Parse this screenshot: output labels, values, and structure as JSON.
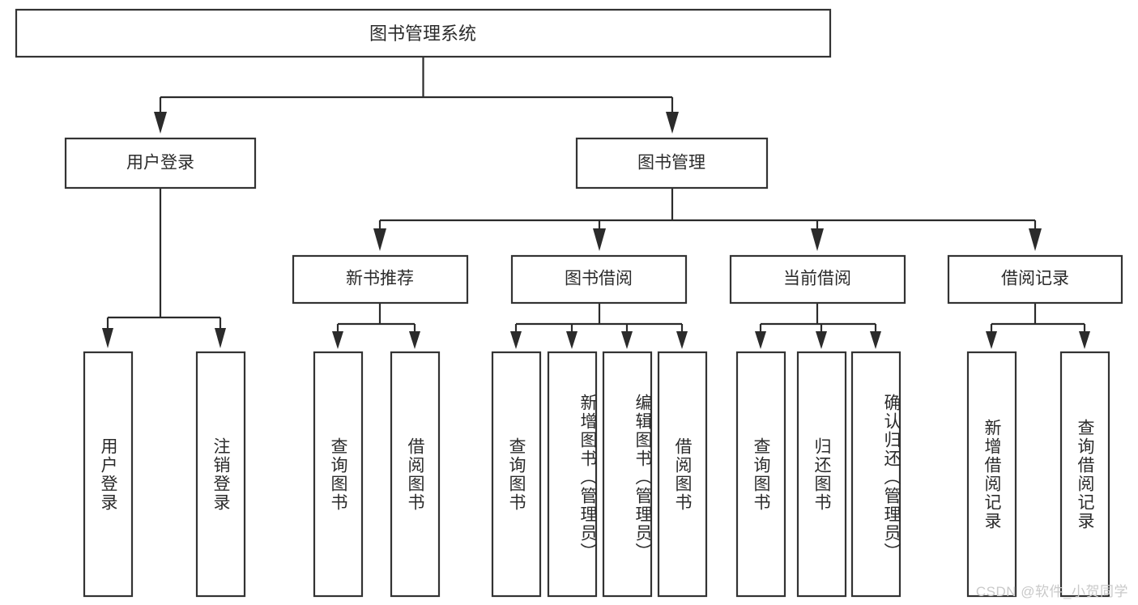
{
  "diagram": {
    "type": "tree",
    "title": "图书管理系统",
    "watermark": "CSDN @软件_小贺同学",
    "nodes": {
      "root": {
        "label": "图书管理系统"
      },
      "level2": [
        {
          "id": "user-login",
          "label": "用户登录"
        },
        {
          "id": "book-management",
          "label": "图书管理"
        }
      ],
      "level3": [
        {
          "id": "new-book-recommend",
          "label": "新书推荐",
          "parent": "book-management"
        },
        {
          "id": "book-borrow",
          "label": "图书借阅",
          "parent": "book-management"
        },
        {
          "id": "current-borrow",
          "label": "当前借阅",
          "parent": "book-management"
        },
        {
          "id": "borrow-record",
          "label": "借阅记录",
          "parent": "book-management"
        }
      ],
      "leaves": [
        {
          "id": "leaf-user-login",
          "label": "用户登录",
          "parent": "user-login"
        },
        {
          "id": "leaf-logout",
          "label": "注销登录",
          "parent": "user-login"
        },
        {
          "id": "leaf-query-book-1",
          "label": "查询图书",
          "parent": "new-book-recommend"
        },
        {
          "id": "leaf-borrow-book-1",
          "label": "借阅图书",
          "parent": "new-book-recommend"
        },
        {
          "id": "leaf-query-book-2",
          "label": "查询图书",
          "parent": "book-borrow"
        },
        {
          "id": "leaf-add-book",
          "label": "新增图书（管理员）",
          "parent": "book-borrow"
        },
        {
          "id": "leaf-edit-book",
          "label": "编辑图书（管理员）",
          "parent": "book-borrow"
        },
        {
          "id": "leaf-borrow-book-2",
          "label": "借阅图书",
          "parent": "book-borrow"
        },
        {
          "id": "leaf-query-book-3",
          "label": "查询图书",
          "parent": "current-borrow"
        },
        {
          "id": "leaf-return-book",
          "label": "归还图书",
          "parent": "current-borrow"
        },
        {
          "id": "leaf-confirm-return",
          "label": "确认归还（管理员）",
          "parent": "current-borrow"
        },
        {
          "id": "leaf-add-record",
          "label": "新增借阅记录",
          "parent": "borrow-record"
        },
        {
          "id": "leaf-query-record",
          "label": "查询借阅记录",
          "parent": "borrow-record"
        }
      ]
    },
    "colors": {
      "box_stroke": "#333333",
      "box_fill": "#ffffff",
      "connector": "#2b2b2b",
      "text": "#2b2b2b",
      "watermark": "#c9c9c9",
      "background": "#ffffff"
    }
  }
}
